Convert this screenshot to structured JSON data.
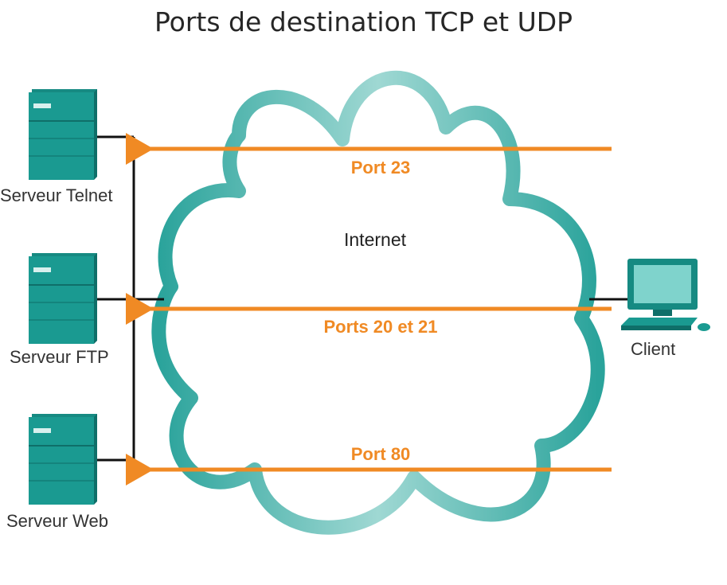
{
  "title": "Ports de destination TCP et UDP",
  "cloud_label": "Internet",
  "servers": [
    {
      "label": "Serveur Telnet"
    },
    {
      "label": "Serveur FTP"
    },
    {
      "label": "Serveur Web"
    }
  ],
  "client": {
    "label": "Client"
  },
  "flows": [
    {
      "label": "Port 23",
      "from": "Client",
      "to": "Serveur Telnet"
    },
    {
      "label": "Ports 20 et 21",
      "from": "Client",
      "to": "Serveur FTP"
    },
    {
      "label": "Port 80",
      "from": "Client",
      "to": "Serveur Web"
    }
  ],
  "colors": {
    "arrow": "#f08a24",
    "cloud": "#1f9c94",
    "server": "#1a8c84",
    "line": "#111111"
  },
  "icons": {
    "server": "server-tower-icon",
    "client": "desktop-computer-icon",
    "cloud": "cloud-icon"
  }
}
